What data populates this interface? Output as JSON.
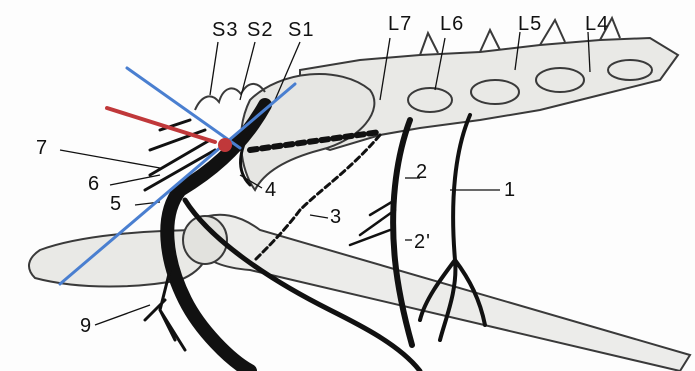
{
  "labels": {
    "s3": "S3",
    "s2": "S2",
    "s1": "S1",
    "l7": "L7",
    "l6": "L6",
    "l5": "L5",
    "l4": "L4",
    "n1": "1",
    "n2": "2",
    "n2p": "2'",
    "n3": "3",
    "n4": "4",
    "n5": "5",
    "n6": "6",
    "n7": "7",
    "n9": "9"
  },
  "colors": {
    "background": "#fdfdfd",
    "bone_fill": "#e9e9e6",
    "bone_stroke": "#3a3a3a",
    "nerve": "#111111",
    "blue_line": "#4a7fd0",
    "red_arrow": "#c0383a"
  }
}
